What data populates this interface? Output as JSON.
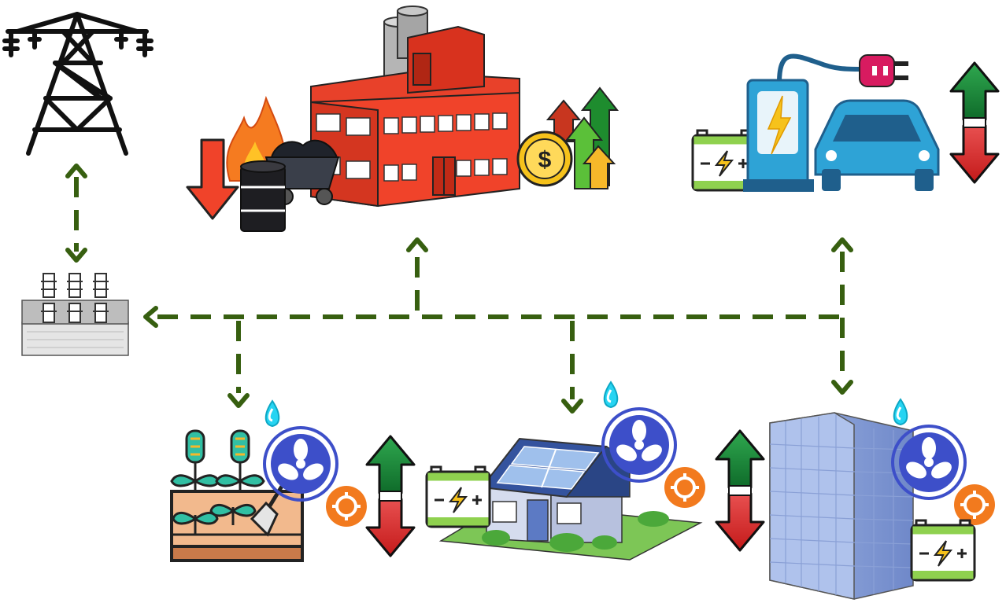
{
  "diagram": {
    "nodes": [
      {
        "id": "transmission-tower",
        "icon": "transmission-tower-icon"
      },
      {
        "id": "transformer",
        "icon": "transformer-icon"
      },
      {
        "id": "power-plant",
        "icon": "factory-icon"
      },
      {
        "id": "ev-charging",
        "icon": "ev-charger-icon"
      },
      {
        "id": "farm",
        "icon": "farm-icon"
      },
      {
        "id": "house",
        "icon": "house-icon"
      },
      {
        "id": "office-building",
        "icon": "office-building-icon"
      }
    ],
    "battery_label": "− ⚡ +",
    "dollar_sign": "$"
  },
  "colors": {
    "connector": "#375F10",
    "factory_red": "#F0432A",
    "fan_blue": "#3D4FC9",
    "water_drop": "#26D4F2",
    "heater_orange": "#F27A1E",
    "arrow_green": "#1E8C2E",
    "arrow_red": "#E02A2A",
    "battery_green": "#8FD14F"
  }
}
